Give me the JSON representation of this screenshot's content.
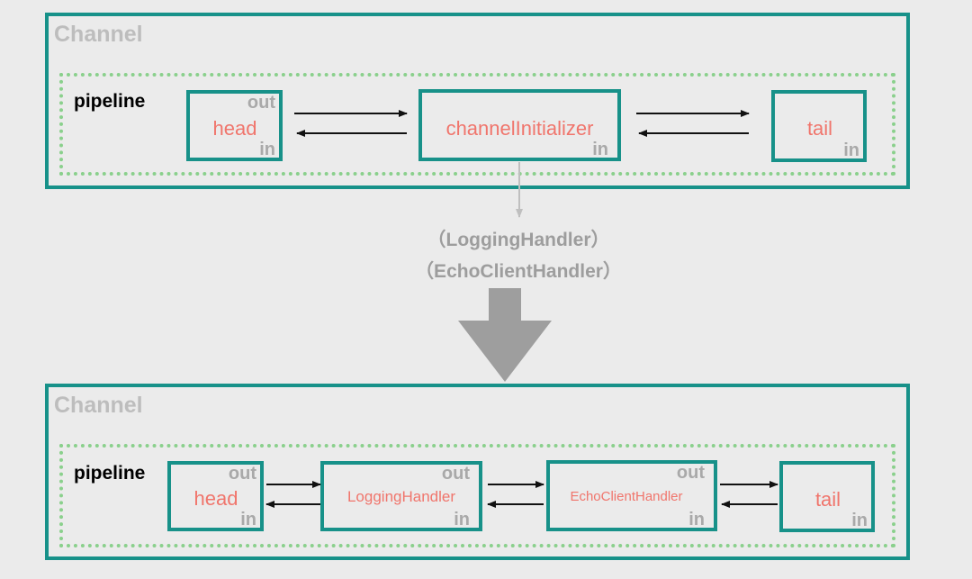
{
  "top": {
    "channel_title": "Channel",
    "pipeline_label": "pipeline",
    "handlers": [
      {
        "name": "head",
        "out": "out",
        "in": "in"
      },
      {
        "name": "channelInitializer",
        "out": "",
        "in": "in"
      },
      {
        "name": "tail",
        "out": "",
        "in": "in"
      }
    ]
  },
  "middle": {
    "lines": [
      "（LoggingHandler）",
      "（EchoClientHandler）"
    ]
  },
  "bottom": {
    "channel_title": "Channel",
    "pipeline_label": "pipeline",
    "handlers": [
      {
        "name": "head",
        "out": "out",
        "in": "in"
      },
      {
        "name": "LoggingHandler",
        "out": "out",
        "in": "in"
      },
      {
        "name": "EchoClientHandler",
        "out": "out",
        "in": "in"
      },
      {
        "name": "tail",
        "out": "",
        "in": "in"
      }
    ]
  },
  "colors": {
    "channel_border": "#179189",
    "pipeline_border": "#8ad08c",
    "handler_name": "#f0756c",
    "in_out_label": "#a9a9a9",
    "channel_title": "#bdbdbd",
    "big_arrow": "#9e9e9e"
  }
}
